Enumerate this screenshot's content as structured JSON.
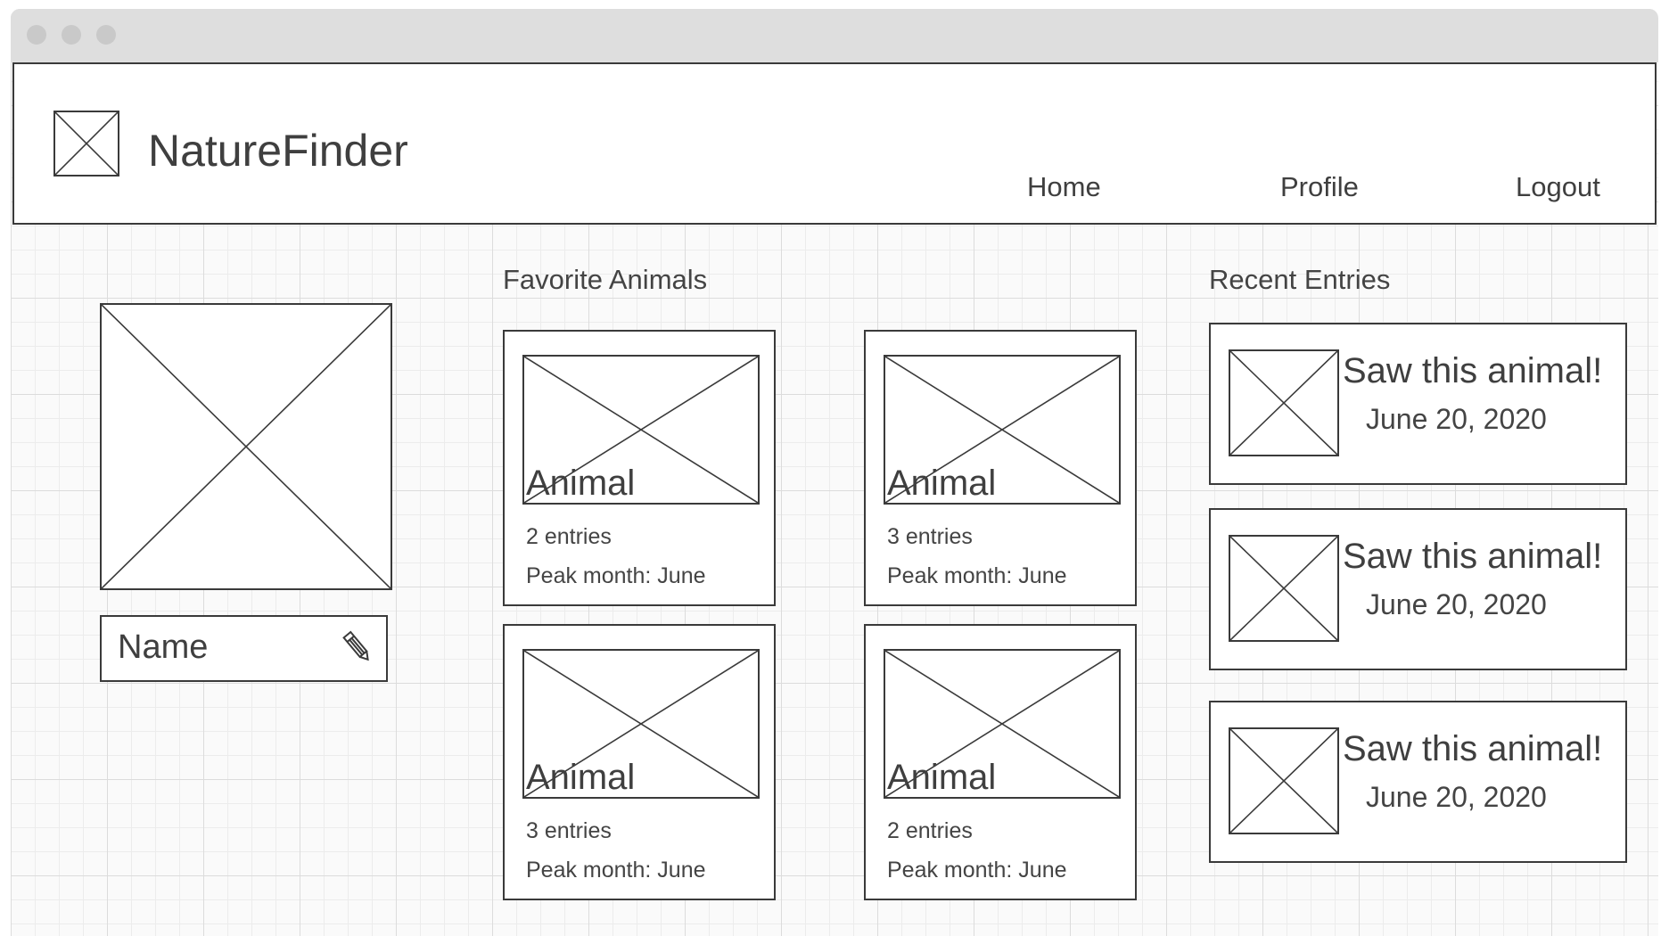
{
  "app": {
    "brand": "NatureFinder"
  },
  "nav": {
    "home": "Home",
    "profile": "Profile",
    "logout": "Logout"
  },
  "profile": {
    "name_label": "Name"
  },
  "favorites": {
    "title": "Favorite Animals",
    "cards": [
      {
        "name": "Animal",
        "entries": "2 entries",
        "peak": "Peak month: June"
      },
      {
        "name": "Animal",
        "entries": "3 entries",
        "peak": "Peak month: June"
      },
      {
        "name": "Animal",
        "entries": "3 entries",
        "peak": "Peak month: June"
      },
      {
        "name": "Animal",
        "entries": "2 entries",
        "peak": "Peak month: June"
      }
    ]
  },
  "recent": {
    "title": "Recent Entries",
    "entries": [
      {
        "title": "Saw this animal!",
        "date": "June 20, 2020"
      },
      {
        "title": "Saw this animal!",
        "date": "June 20, 2020"
      },
      {
        "title": "Saw this animal!",
        "date": "June 20, 2020"
      }
    ]
  },
  "icons": {
    "placeholder": "image-placeholder-icon",
    "edit": "pencil-icon"
  },
  "colors": {
    "stroke": "#3a3a3a",
    "text": "#444444",
    "titlebar": "#dedede"
  }
}
